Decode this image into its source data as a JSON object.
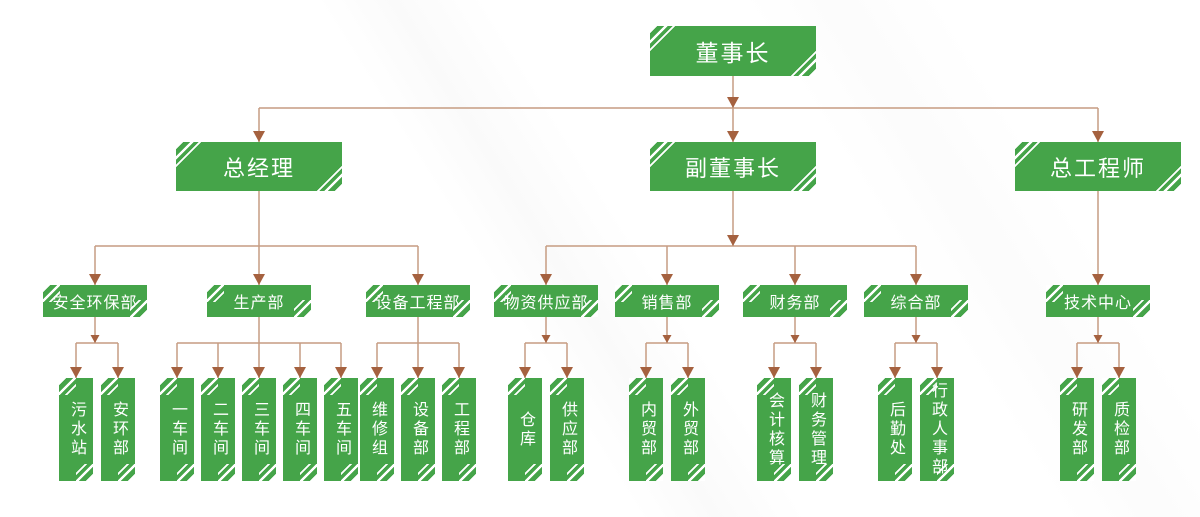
{
  "colors": {
    "box": "#45a449",
    "line": "#c69c82",
    "arrow": "#a5613f",
    "label_text": "#ffffff",
    "background": "#ffffff"
  },
  "org": {
    "root": {
      "label": "董事长",
      "children": [
        {
          "label": "总经理",
          "children": [
            {
              "label": "安全环保部",
              "children": [
                {
                  "label": "污水站"
                },
                {
                  "label": "安环部"
                }
              ]
            },
            {
              "label": "生产部",
              "children": [
                {
                  "label": "一车间"
                },
                {
                  "label": "二车间"
                },
                {
                  "label": "三车间"
                },
                {
                  "label": "四车间"
                },
                {
                  "label": "五车间"
                }
              ]
            },
            {
              "label": "设备工程部",
              "children": [
                {
                  "label": "维修组"
                },
                {
                  "label": "设备部"
                },
                {
                  "label": "工程部"
                }
              ]
            }
          ]
        },
        {
          "label": "副董事长",
          "children": [
            {
              "label": "物资供应部",
              "children": [
                {
                  "label": "仓库"
                },
                {
                  "label": "供应部"
                }
              ]
            },
            {
              "label": "销售部",
              "children": [
                {
                  "label": "内贸部"
                },
                {
                  "label": "外贸部"
                }
              ]
            },
            {
              "label": "财务部",
              "children": [
                {
                  "label": "会计核算"
                },
                {
                  "label": "财务管理"
                }
              ]
            },
            {
              "label": "综合部",
              "children": [
                {
                  "label": "后勤处"
                },
                {
                  "label": "行政人事部"
                }
              ]
            }
          ]
        },
        {
          "label": "总工程师",
          "children": [
            {
              "label": "技术中心",
              "children": [
                {
                  "label": "研发部"
                },
                {
                  "label": "质检部"
                }
              ]
            }
          ]
        }
      ]
    }
  }
}
